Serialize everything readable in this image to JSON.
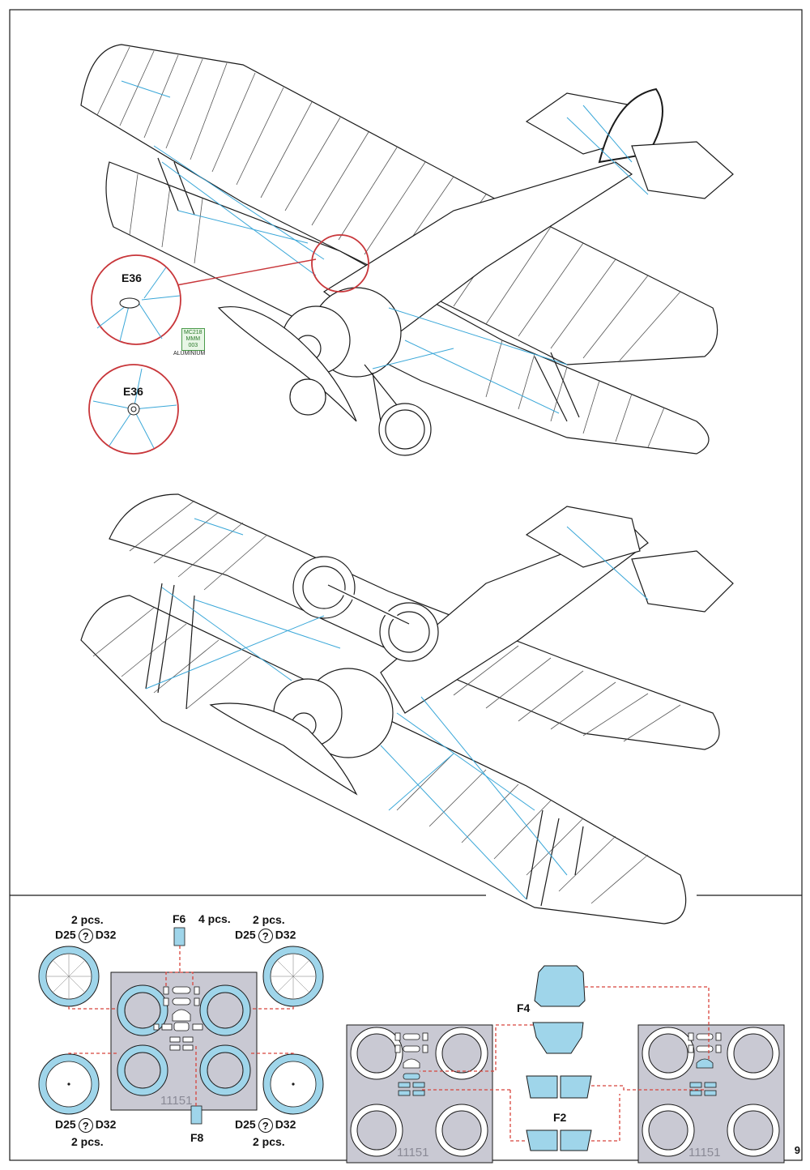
{
  "page_number": "9",
  "callouts": {
    "detail_top": "E36",
    "detail_bottom": "E36",
    "paint_box": [
      "MC218",
      "MMM",
      "003"
    ],
    "paint_name": "ALUMINIUM"
  },
  "mask_section": {
    "left": {
      "qty_top_left": "2 pcs.",
      "qty_top_right": "2 pcs.",
      "qty_bottom_left": "2 pcs.",
      "qty_bottom_right": "2 pcs.",
      "part_a": "D25",
      "part_b": "D32",
      "option_glyph": "?",
      "label_f6": "F6",
      "qty_f6": "4 pcs.",
      "label_f8": "F8",
      "sheet_number": "11151"
    },
    "right": {
      "label_f4": "F4",
      "label_f2": "F2",
      "sheet_number_left": "11151",
      "sheet_number_right": "11151"
    }
  },
  "colors": {
    "line": "#1a1a1a",
    "rigging": "#3aa7d8",
    "callout_circle": "#c8363a",
    "mask_fill": "#9fd5ea",
    "mask_sheet": "#c9c9d3",
    "dashed_leader": "#d8443c"
  }
}
